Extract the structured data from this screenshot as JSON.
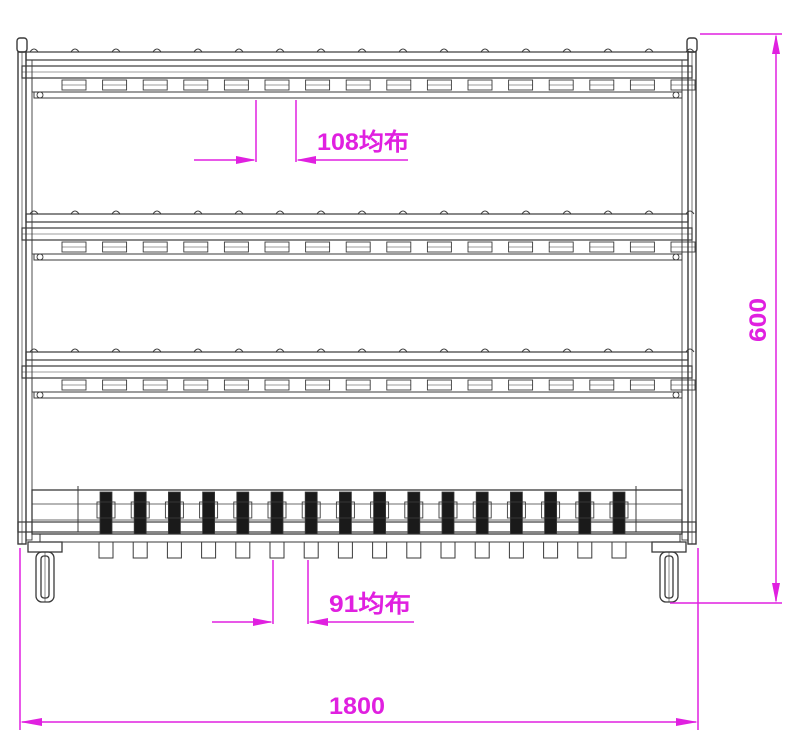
{
  "drawing": {
    "line_color": "#3a3a3a",
    "dimension_color": "#e020e0",
    "background": "#ffffff"
  },
  "dimensions": {
    "overall_width": "1800",
    "overall_height": "600",
    "upper_pitch": "108均布",
    "lower_pitch": "91均布"
  },
  "rack": {
    "shelf_count": 3,
    "upper_slot_count": 16,
    "bottom_clamp_count": 16
  }
}
